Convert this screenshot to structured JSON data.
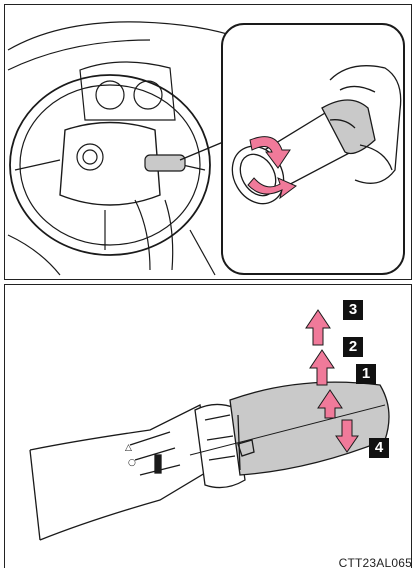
{
  "figure": {
    "steps": [
      "3",
      "2",
      "1",
      "4"
    ],
    "code": "CTT23AL065",
    "colors": {
      "accent": "#f07a9a",
      "line": "#1a1a1a",
      "badge": "#111111"
    }
  }
}
